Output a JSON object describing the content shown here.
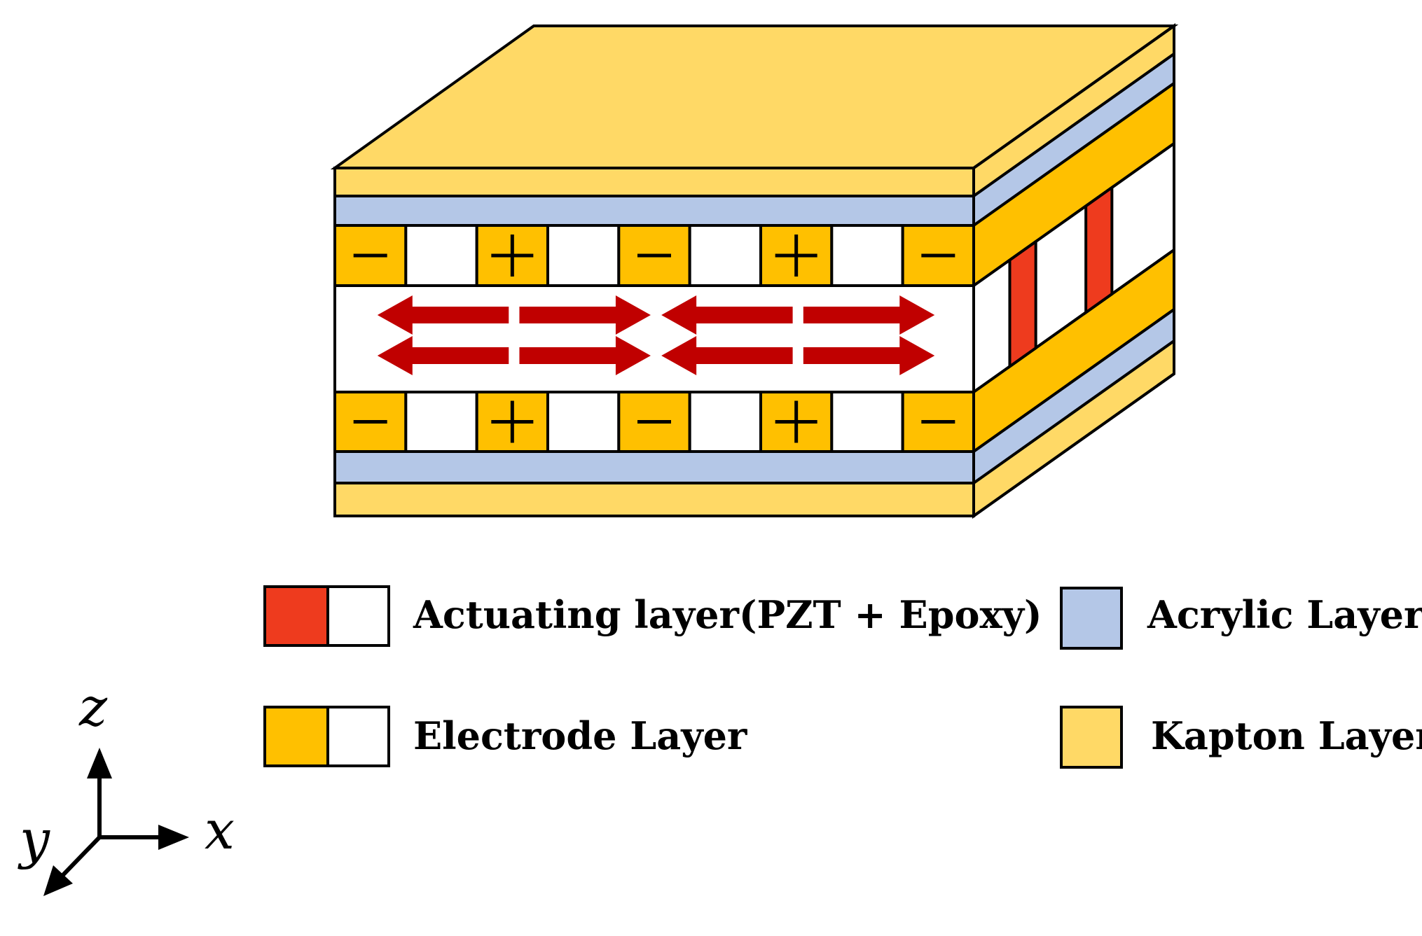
{
  "colors": {
    "kapton": "#FFD966",
    "acrylic": "#B4C7E7",
    "electrode": "#FFC000",
    "pzt": "#EE3B1E",
    "epoxy": "#FFFFFF",
    "arrow": "#C00000",
    "outline": "#000000"
  },
  "electrode_signs": [
    "−",
    "+",
    "−",
    "+",
    "−"
  ],
  "field_arrows": [
    "left",
    "right",
    "left",
    "right"
  ],
  "legend": [
    {
      "key": "actuating",
      "label": "Actuating layer(PZT + Epoxy)",
      "swatch": [
        "pzt",
        "epoxy"
      ]
    },
    {
      "key": "acrylic",
      "label": "Acrylic Layer",
      "swatch": [
        "acrylic"
      ]
    },
    {
      "key": "electrode",
      "label": "Electrode Layer",
      "swatch": [
        "electrode",
        "epoxy"
      ]
    },
    {
      "key": "kapton",
      "label": "Kapton Layer",
      "swatch": [
        "kapton"
      ]
    }
  ],
  "axes": {
    "z": "z",
    "x": "x",
    "y": "y"
  }
}
